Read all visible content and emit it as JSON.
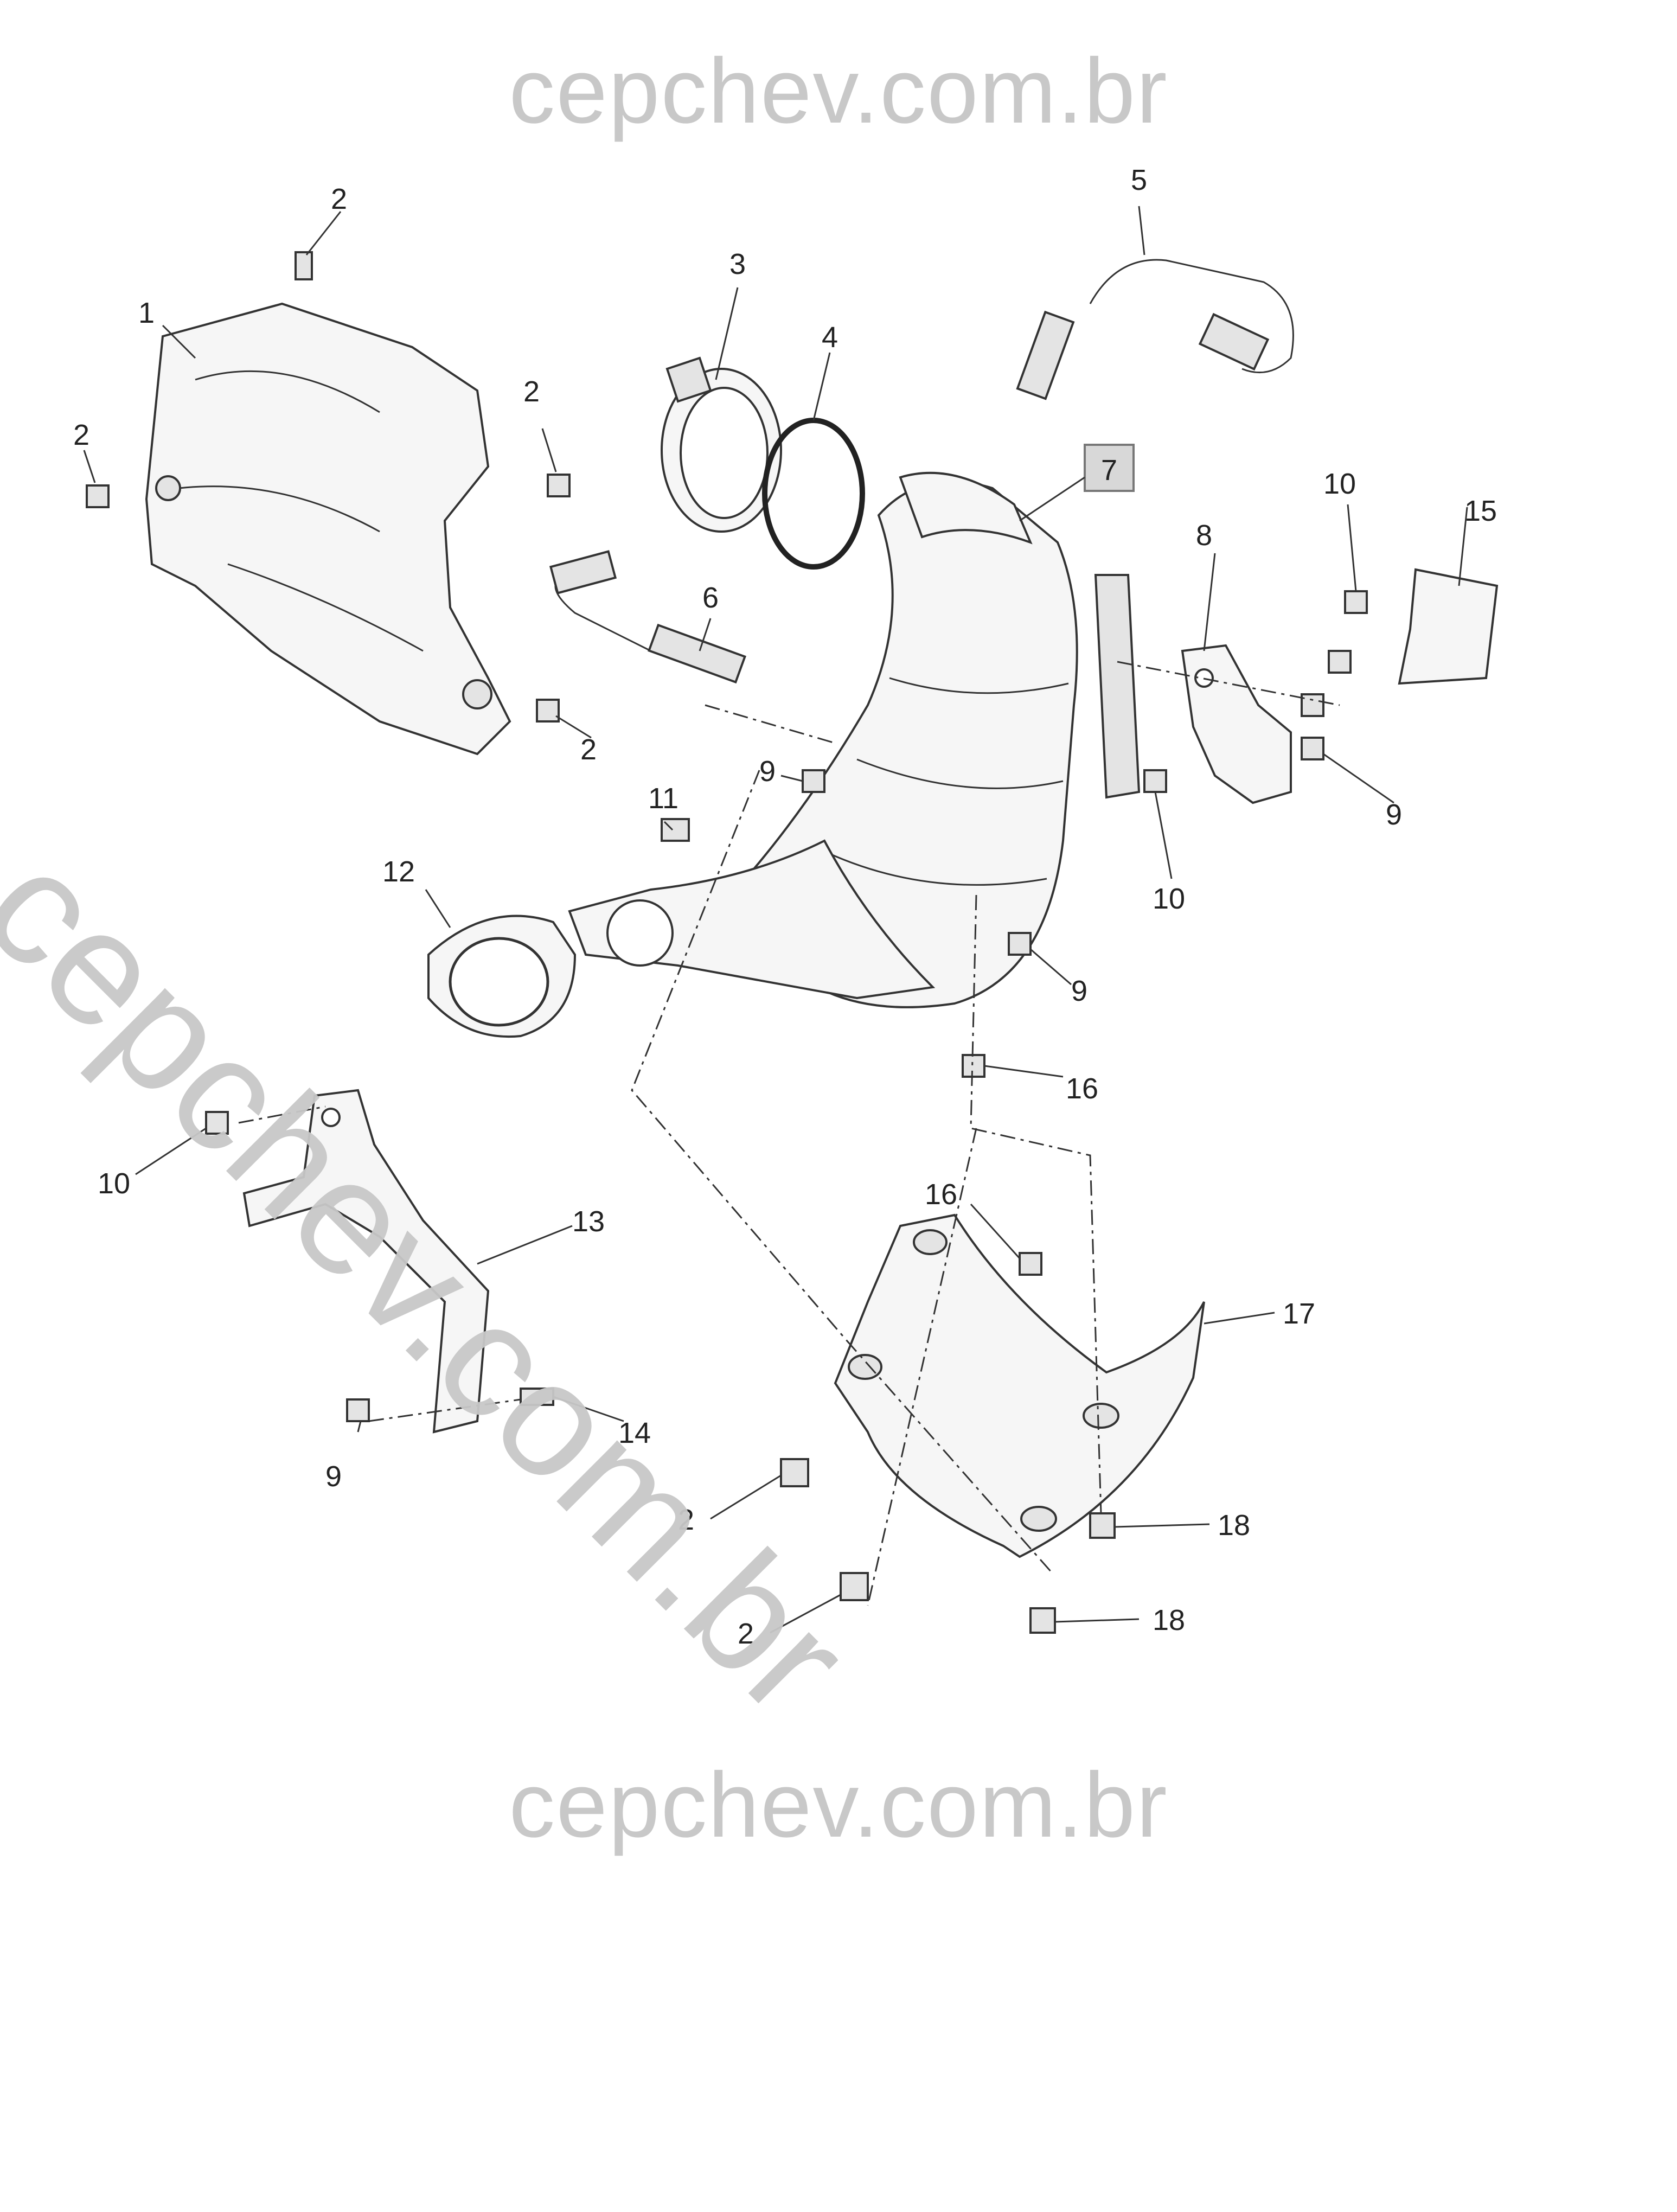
{
  "watermark": {
    "top": "cepchev.com.br",
    "bottom": "cepchev.com.br",
    "diagonal": "cepchev.com.br"
  },
  "callouts": {
    "c1": "1",
    "c2a": "2",
    "c2b": "2",
    "c2c": "2",
    "c2d": "2",
    "c2e": "2",
    "c2f": "2",
    "c3": "3",
    "c4": "4",
    "c5": "5",
    "c6": "6",
    "c7": "7",
    "c8": "8",
    "c9a": "9",
    "c9b": "9",
    "c9c": "9",
    "c9d": "9",
    "c10a": "10",
    "c10b": "10",
    "c10c": "10",
    "c11": "11",
    "c12": "12",
    "c13": "13",
    "c14": "14",
    "c15": "15",
    "c16a": "16",
    "c16b": "16",
    "c17": "17",
    "c18a": "18",
    "c18b": "18"
  }
}
